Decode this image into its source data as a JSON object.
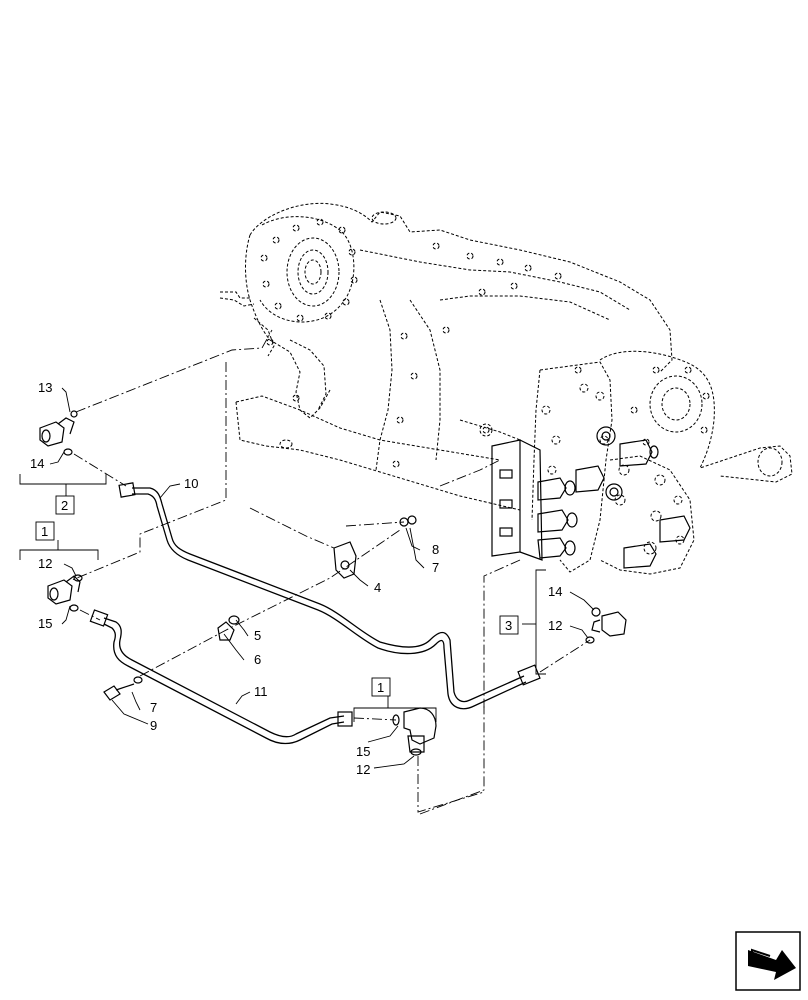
{
  "callouts": [
    {
      "id": "c13a",
      "label": "13"
    },
    {
      "id": "c14a",
      "label": "14"
    },
    {
      "id": "c10",
      "label": "10"
    },
    {
      "id": "c12a",
      "label": "12"
    },
    {
      "id": "c15a",
      "label": "15"
    },
    {
      "id": "c8",
      "label": "8"
    },
    {
      "id": "c7a",
      "label": "7"
    },
    {
      "id": "c4",
      "label": "4"
    },
    {
      "id": "c5",
      "label": "5"
    },
    {
      "id": "c6",
      "label": "6"
    },
    {
      "id": "c11",
      "label": "11"
    },
    {
      "id": "c7b",
      "label": "7"
    },
    {
      "id": "c9",
      "label": "9"
    },
    {
      "id": "c14b",
      "label": "14"
    },
    {
      "id": "c12b",
      "label": "12"
    },
    {
      "id": "c15b",
      "label": "15"
    },
    {
      "id": "c12c",
      "label": "12"
    }
  ],
  "boxed_callouts": [
    {
      "id": "b2",
      "label": "2"
    },
    {
      "id": "b1a",
      "label": "1"
    },
    {
      "id": "b3",
      "label": "3"
    },
    {
      "id": "b1b",
      "label": "1"
    }
  ],
  "nav_icon": "next-page-arrow-icon"
}
